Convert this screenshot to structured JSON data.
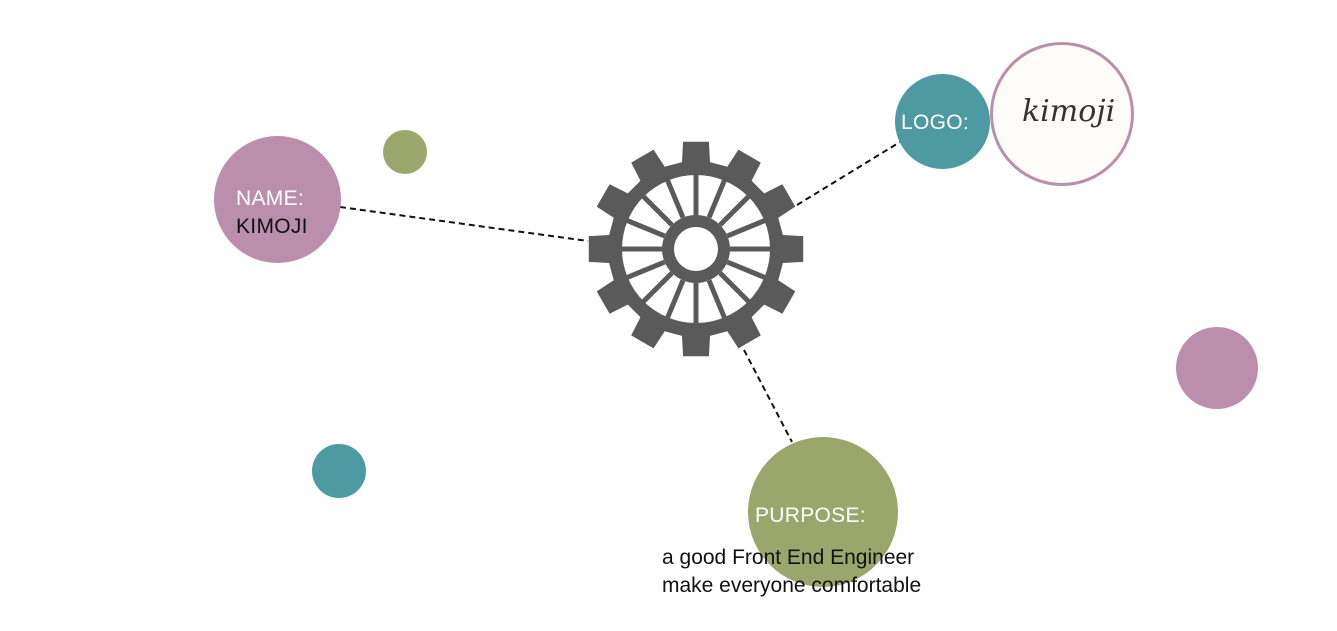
{
  "colors": {
    "pink": "#bb8eab",
    "teal": "#4e9aa2",
    "olive": "#9aa66c",
    "gear": "#5a5a5a"
  },
  "nodes": {
    "name": {
      "label": "NAME:",
      "value": "KIMOJI"
    },
    "logo": {
      "label": "LOGO:",
      "logo_text": "kimoji"
    },
    "purpose": {
      "label": "PURPOSE:",
      "lines": [
        "a good Front End Engineer",
        "make everyone comfortable"
      ]
    }
  },
  "center_icon": "gear-icon"
}
